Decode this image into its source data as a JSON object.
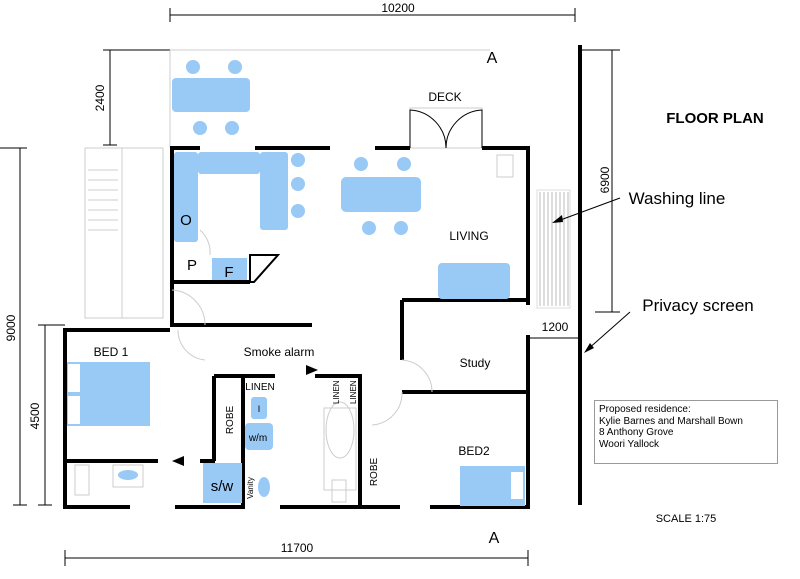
{
  "title": "FLOOR PLAN",
  "dimensions": {
    "top_width": "10200",
    "deck_depth": "2400",
    "total_depth": "9000",
    "bed_depth": "4500",
    "side_depth": "6900",
    "side_gap": "1200",
    "bottom_width": "11700"
  },
  "section_marks": {
    "top": "A",
    "bottom": "A"
  },
  "rooms": {
    "deck": "DECK",
    "living": "LIVING",
    "bed1": "BED 1",
    "bed2": "BED2",
    "study": "Study",
    "robe1": "ROBE",
    "robe2": "ROBE",
    "linen1": "LINEN",
    "linen2": "LINEN",
    "linen3": "LINEN",
    "pantry": "P",
    "fridge": "F",
    "oven": "O",
    "shower_wc": "s/w",
    "washing_machine": "w/m",
    "vanity": "Vanity",
    "sink_mark": "I"
  },
  "annotations": {
    "smoke_alarm": "Smoke alarm",
    "washing_line": "Washing line",
    "privacy_screen": "Privacy screen",
    "scale": "SCALE 1:75"
  },
  "address": {
    "line1": "Proposed residence:",
    "line2": "Kylie Barnes and Marshall Bown",
    "line3": "8 Anthony Grove",
    "line4": "Woori Yallock"
  },
  "colors": {
    "furniture": "#99c9f5",
    "walls": "#000000"
  }
}
